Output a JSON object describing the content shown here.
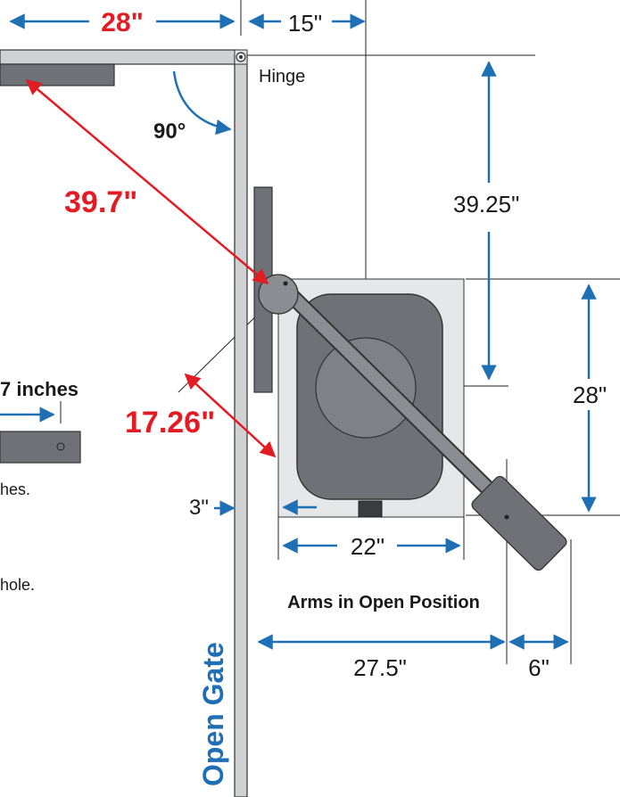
{
  "dimensions": {
    "top_left": "28\"",
    "top_right": "15\"",
    "diagonal": "39.7\"",
    "lower_diagonal": "17.26\"",
    "vertical_upper": "39.25\"",
    "vertical_right": "28\"",
    "left_offset": "3\"",
    "pad_width": "22\"",
    "open_width": "27.5\"",
    "extension": "6\""
  },
  "labels": {
    "hinge": "Hinge",
    "angle": "90°",
    "side_title": "7 inches",
    "side_note_1": "hes.",
    "side_note_2": "hole.",
    "caption": "Arms in Open Position",
    "open_gate": "Open Gate"
  },
  "colors": {
    "blue": "#1f6fb5",
    "red": "#e31b23",
    "gate_gray": "#cfd1d3",
    "arm_gray": "#6e7175",
    "pad_gray": "#e6e7e8"
  }
}
